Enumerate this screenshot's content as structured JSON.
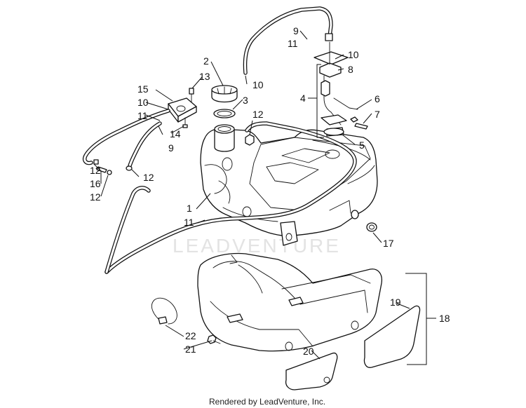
{
  "watermark": "LEADVENTURE",
  "credit": "Rendered by LeadVenture, Inc.",
  "callouts": [
    {
      "id": "c-1",
      "text": "1"
    },
    {
      "id": "c-2",
      "text": "2"
    },
    {
      "id": "c-3",
      "text": "3"
    },
    {
      "id": "c-4",
      "text": "4"
    },
    {
      "id": "c-5",
      "text": "5"
    },
    {
      "id": "c-6",
      "text": "6"
    },
    {
      "id": "c-7",
      "text": "7"
    },
    {
      "id": "c-8",
      "text": "8"
    },
    {
      "id": "c-9a",
      "text": "9"
    },
    {
      "id": "c-9b",
      "text": "9"
    },
    {
      "id": "c-10a",
      "text": "10"
    },
    {
      "id": "c-10b",
      "text": "10"
    },
    {
      "id": "c-10c",
      "text": "10"
    },
    {
      "id": "c-11a",
      "text": "11"
    },
    {
      "id": "c-11b",
      "text": "11"
    },
    {
      "id": "c-11c",
      "text": "11"
    },
    {
      "id": "c-12a",
      "text": "12"
    },
    {
      "id": "c-12b",
      "text": "12"
    },
    {
      "id": "c-12c",
      "text": "12"
    },
    {
      "id": "c-12d",
      "text": "12"
    },
    {
      "id": "c-13",
      "text": "13"
    },
    {
      "id": "c-14",
      "text": "14"
    },
    {
      "id": "c-15",
      "text": "15"
    },
    {
      "id": "c-16",
      "text": "16"
    },
    {
      "id": "c-17",
      "text": "17"
    },
    {
      "id": "c-18",
      "text": "18"
    },
    {
      "id": "c-19",
      "text": "19"
    },
    {
      "id": "c-20",
      "text": "20"
    },
    {
      "id": "c-21",
      "text": "21"
    },
    {
      "id": "c-22",
      "text": "22"
    }
  ]
}
